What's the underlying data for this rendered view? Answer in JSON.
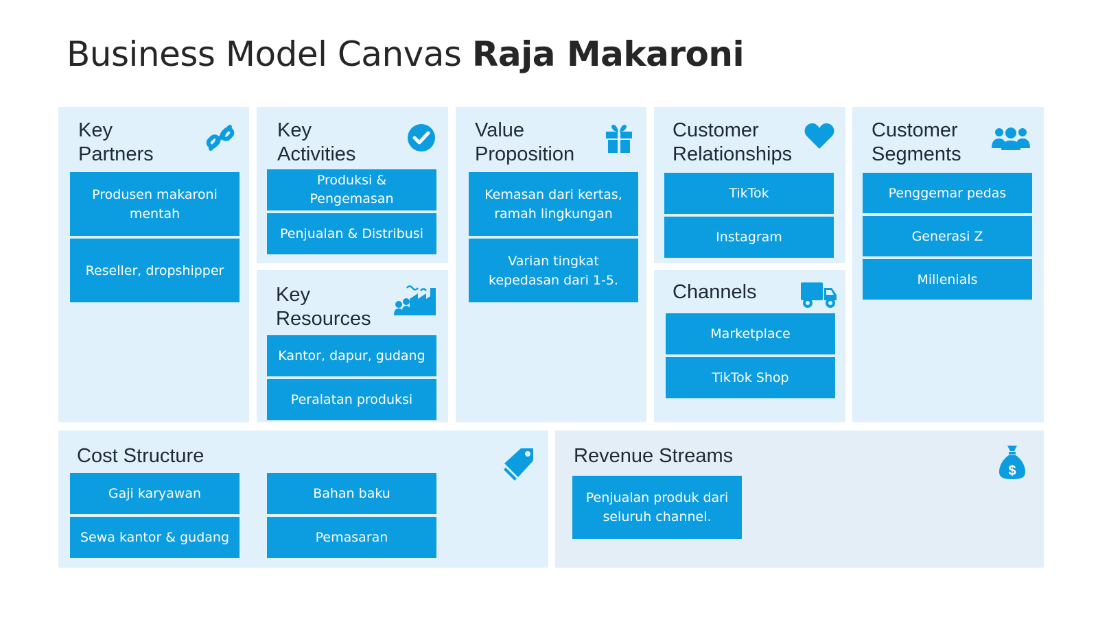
{
  "title": {
    "regular": "Business Model Canvas",
    "bold": "Raja Makaroni"
  },
  "colors": {
    "box": "#0c9ce0",
    "panel": "#e0f1fb",
    "heading": "#1f2a33",
    "title": "#262626"
  },
  "key_partners": {
    "heading": "Key\nPartners",
    "icon": "link-icon",
    "items": [
      "Produsen makaroni\nmentah",
      "Reseller, dropshipper"
    ]
  },
  "key_activities": {
    "heading": "Key\nActivities",
    "icon": "check-circle-icon",
    "items": [
      "Produksi &\nPengemasan",
      "Penjualan & Distribusi"
    ]
  },
  "key_resources": {
    "heading": "Key\nResources",
    "icon": "factory-icon",
    "items": [
      "Kantor, dapur, gudang",
      "Peralatan produksi"
    ]
  },
  "value_proposition": {
    "heading": "Value\nProposition",
    "icon": "gift-icon",
    "items": [
      "Kemasan dari kertas,\nramah lingkungan",
      "Varian tingkat\nkepedasan dari 1-5."
    ]
  },
  "customer_relationships": {
    "heading": "Customer\nRelationships",
    "icon": "heart-icon",
    "items": [
      "TikTok",
      "Instagram"
    ]
  },
  "channels": {
    "heading": "Channels",
    "icon": "truck-icon",
    "items": [
      "Marketplace",
      "TikTok Shop"
    ]
  },
  "customer_segments": {
    "heading": "Customer\nSegments",
    "icon": "users-icon",
    "items": [
      "Penggemar pedas",
      "Generasi Z",
      "Millenials"
    ]
  },
  "cost_structure": {
    "heading": "Cost Structure",
    "icon": "tags-icon",
    "items": [
      "Gaji karyawan",
      "Sewa kantor & gudang",
      "Bahan baku",
      "Pemasaran"
    ]
  },
  "revenue_streams": {
    "heading": "Revenue Streams",
    "icon": "money-bag-icon",
    "items": [
      "Penjualan produk dari\nseluruh channel."
    ]
  }
}
